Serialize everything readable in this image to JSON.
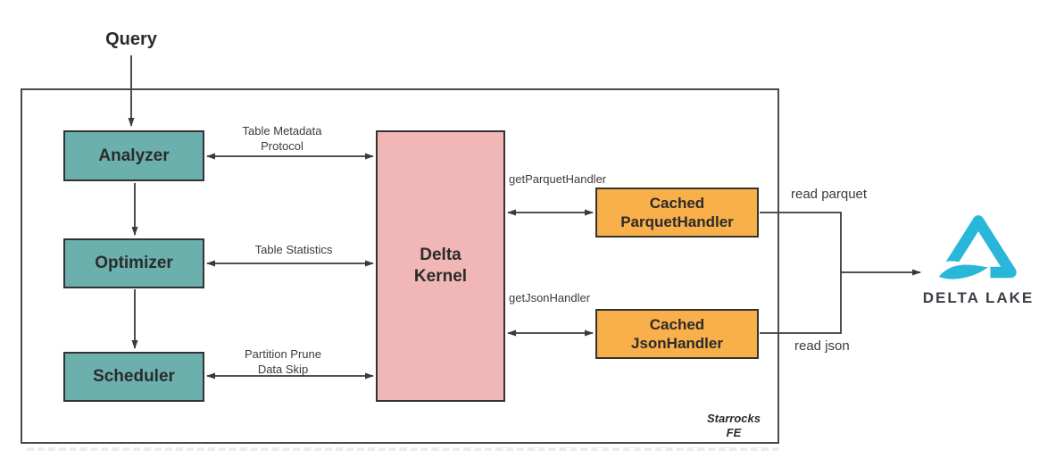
{
  "query_label": "Query",
  "outer_box": {
    "label_line1": "Starrocks",
    "label_line2": "FE"
  },
  "nodes": {
    "analyzer": "Analyzer",
    "optimizer": "Optimizer",
    "scheduler": "Scheduler",
    "kernel_line1": "Delta",
    "kernel_line2": "Kernel",
    "parquet_handler_line1": "Cached",
    "parquet_handler_line2": "ParquetHandler",
    "json_handler_line1": "Cached",
    "json_handler_line2": "JsonHandler"
  },
  "edge_labels": {
    "analyzer_kernel_line1": "Table Metadata",
    "analyzer_kernel_line2": "Protocol",
    "optimizer_kernel": "Table Statistics",
    "scheduler_kernel_line1": "Partition Prune",
    "scheduler_kernel_line2": "Data Skip",
    "get_parquet_handler": "getParquetHandler",
    "get_json_handler": "getJsonHandler",
    "read_parquet": "read parquet",
    "read_json": "read json"
  },
  "logo": {
    "icon_name": "delta-lake-triangle-icon",
    "text": "DELTA LAKE"
  },
  "colors": {
    "teal_node": "#6bb0ad",
    "pink_node": "#f1b6b6",
    "orange_node": "#f9b04a",
    "node_border": "#333333",
    "outer_border": "#4a4a4a",
    "arrow_line": "#3a3a3a",
    "logo_cyan": "#28b7d9",
    "logo_text": "#3a3e45"
  }
}
